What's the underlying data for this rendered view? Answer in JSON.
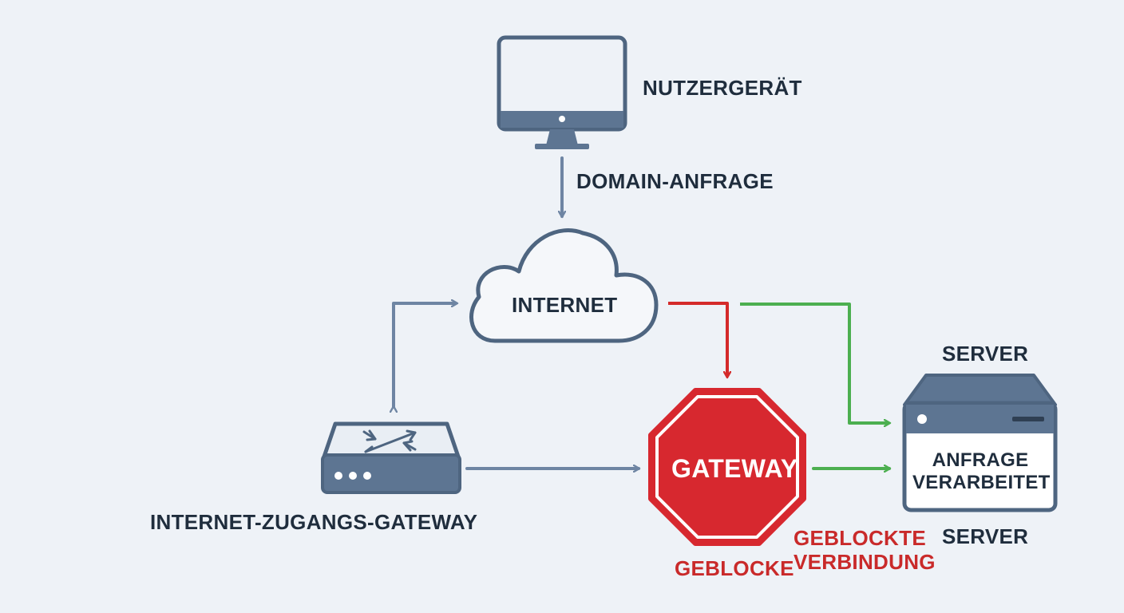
{
  "colors": {
    "background": "#eef2f7",
    "outline": "#4e6580",
    "device_fill": "#5d7592",
    "arrow_blue": "#6e85a3",
    "arrow_red": "#d42a2a",
    "arrow_green": "#4caf50",
    "stop_fill": "#d7282f",
    "label_dark": "#1f2d3d",
    "label_red": "#c92a2a"
  },
  "nodes": {
    "user_device": {
      "label": "NUTZERGERÄT",
      "icon": "monitor-icon"
    },
    "internet": {
      "label": "INTERNET",
      "icon": "cloud-icon"
    },
    "access_gateway": {
      "label": "INTERNET-ZUGANGS-GATEWAY",
      "icon": "router-icon"
    },
    "gateway": {
      "label": "GATEWAY",
      "icon": "stop-sign-icon",
      "caption": "GEBLOCKE"
    },
    "server": {
      "label_top": "SERVER",
      "label_bottom": "SERVER",
      "inner_line1": "ANFRAGE",
      "inner_line2": "VERARBEITET",
      "icon": "server-icon"
    }
  },
  "edges": {
    "domain_request": "DOMAIN-ANFRAGE",
    "blocked_connection_line1": "GEBLOCKTE",
    "blocked_connection_line2": "VERBINDUNG"
  }
}
